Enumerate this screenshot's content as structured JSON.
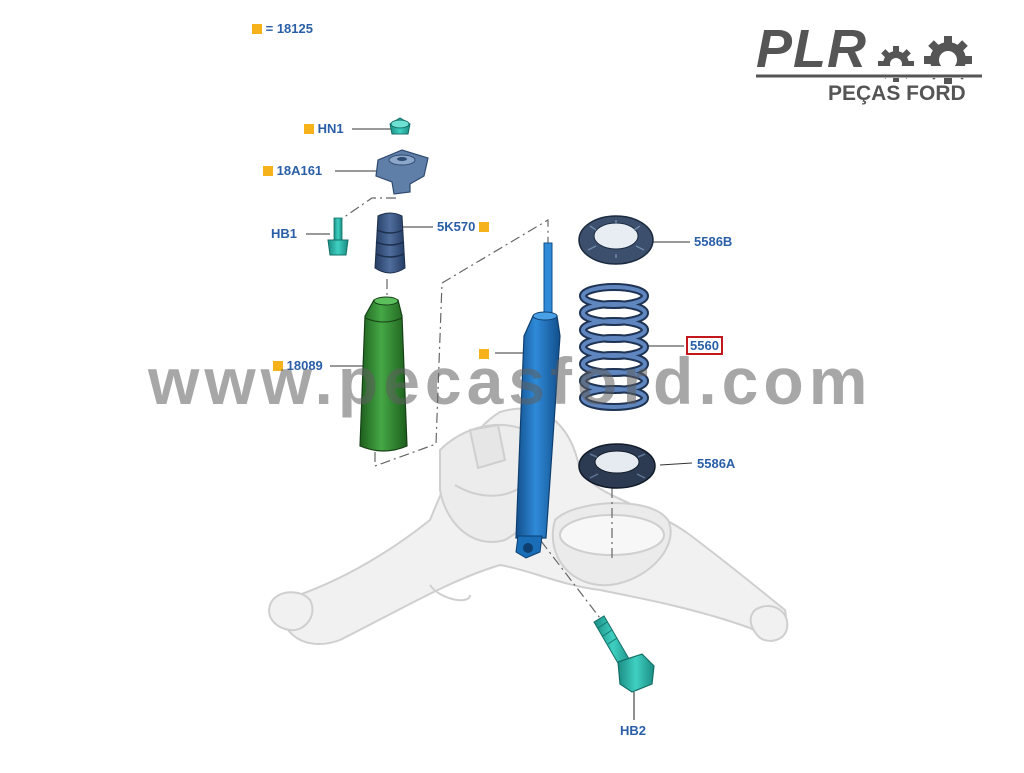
{
  "logo": {
    "main": "PLR",
    "sub": "PEÇAS FORD"
  },
  "legend": {
    "text": "= 18125"
  },
  "watermark": "www.pecasford.com",
  "callouts": {
    "hn1": "HN1",
    "18a161": "18A161",
    "hb1": "HB1",
    "5k570": "5K570",
    "18089": "18089",
    "5586b": "5586B",
    "5560": "5560",
    "5586a": "5586A",
    "hb2": "HB2"
  },
  "colors": {
    "callout_text": "#2a5fa8",
    "marker": "#f5b21a",
    "highlight_box": "#c2171d",
    "teal_parts": "#2bb5a8",
    "shock_absorber": "#1a6eb8",
    "dust_boot": "#2f8a2f",
    "spring": "#3a5f95",
    "knuckle_ghost": "#e2e2e2"
  },
  "icons": [
    "gear-icon",
    "gear-icon"
  ]
}
